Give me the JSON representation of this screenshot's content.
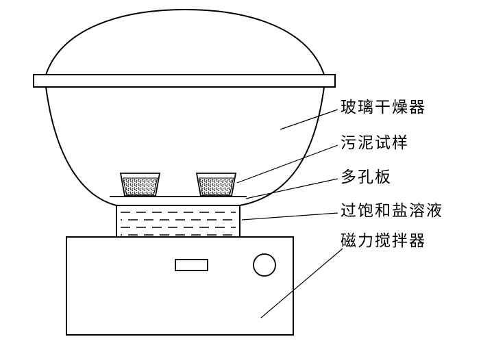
{
  "figure": {
    "type": "laboratory-apparatus-diagram",
    "background_color": "#ffffff",
    "line_color": "#000000",
    "labels": {
      "desiccator": "玻璃干燥器",
      "sludge_sample": "污泥试样",
      "porous_plate": "多孔板",
      "saturated_salt_solution": "过饱和盐溶液",
      "magnetic_stirrer": "磁力搅拌器"
    }
  }
}
